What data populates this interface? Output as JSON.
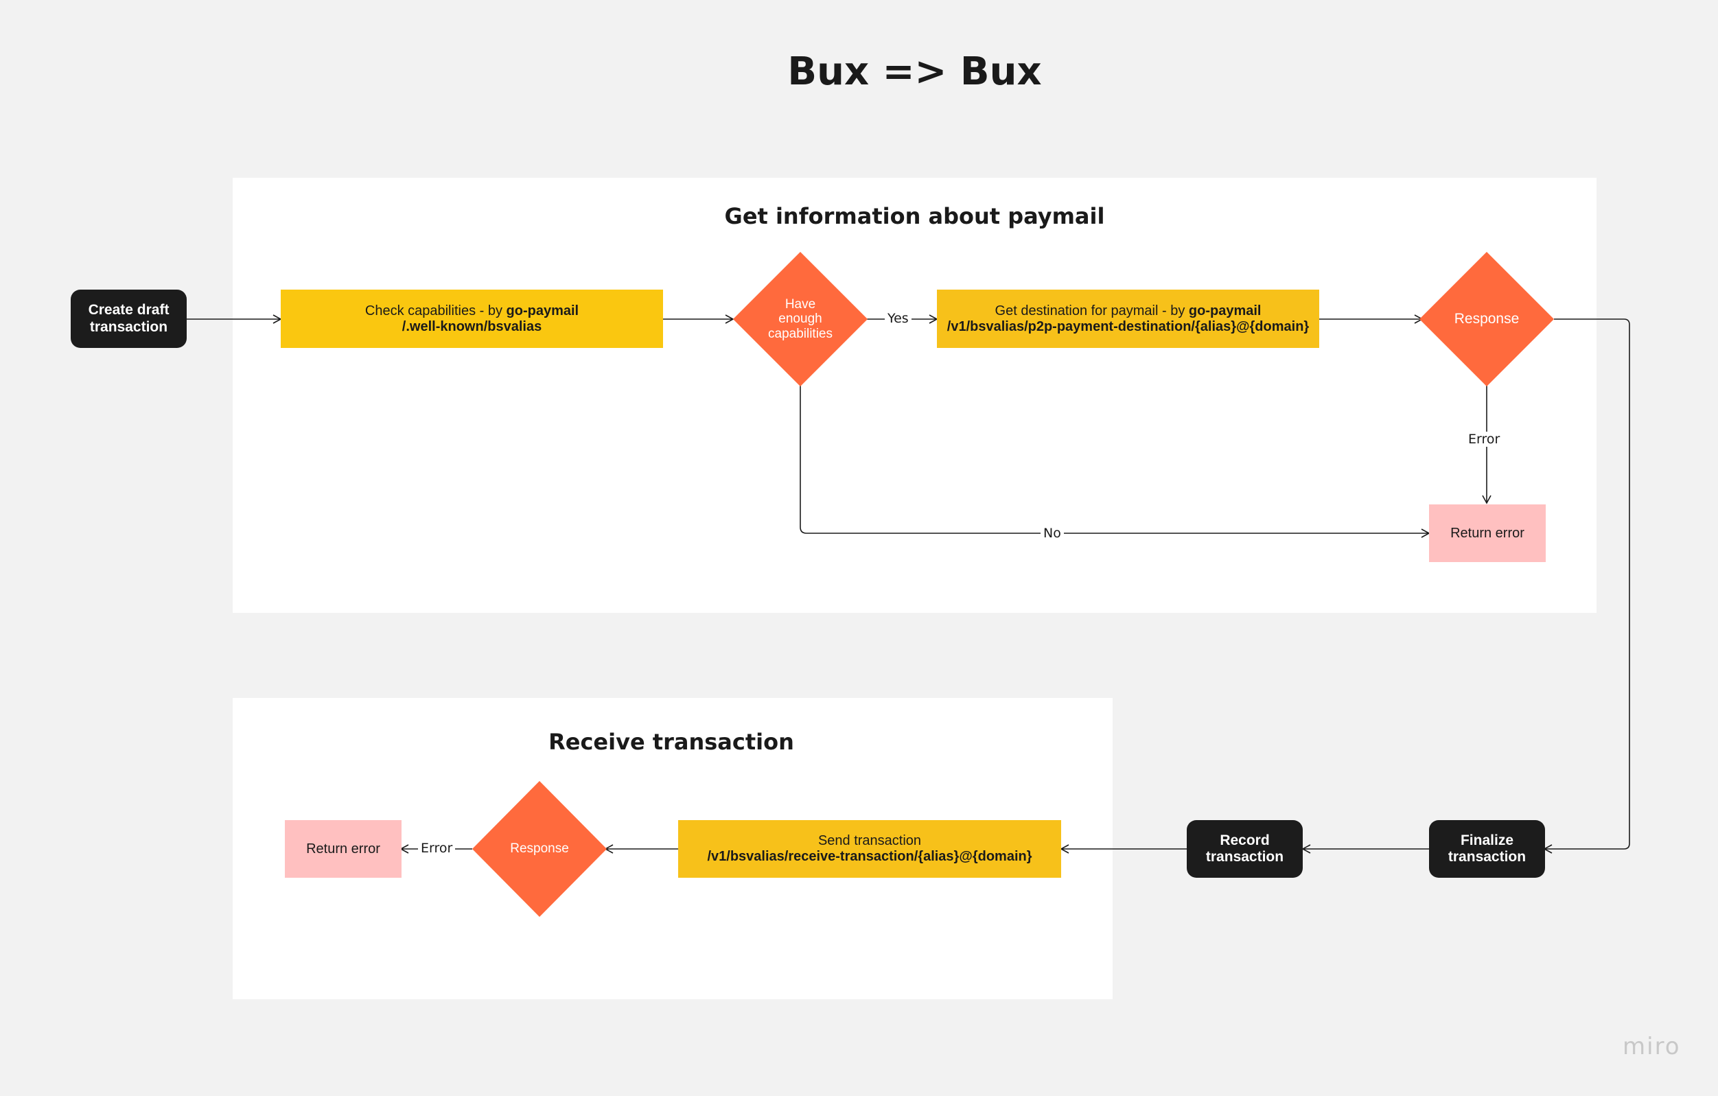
{
  "title": "Bux => Bux",
  "panels": {
    "top": {
      "title": "Get information about paymail"
    },
    "bottom": {
      "title": "Receive transaction"
    }
  },
  "nodes": {
    "create_draft": {
      "line1": "Create draft",
      "line2": "transaction"
    },
    "check_capabilities": {
      "line1_prefix": "Check capabilities - by ",
      "line1_bold": "go-paymail",
      "line2": "/.well-known/bsvalias"
    },
    "have_enough": {
      "line1": "Have",
      "line2": "enough",
      "line3": "capabilities"
    },
    "get_destination": {
      "line1_prefix": "Get destination for paymail - by ",
      "line1_bold": "go-paymail",
      "line2": "/v1/bsvalias/p2p-payment-destination/{alias}@{domain}"
    },
    "response_top": {
      "label": "Response"
    },
    "return_error_top": {
      "label": "Return error"
    },
    "finalize": {
      "line1": "Finalize",
      "line2": "transaction"
    },
    "record": {
      "line1": "Record",
      "line2": "transaction"
    },
    "send_transaction": {
      "line1": "Send transaction",
      "line2": "/v1/bsvalias/receive-transaction/{alias}@{domain}"
    },
    "response_bottom": {
      "label": "Response"
    },
    "return_error_bottom": {
      "label": "Return error"
    }
  },
  "edge_labels": {
    "yes": "Yes",
    "no": "No",
    "error_top": "Error",
    "error_bottom": "Error"
  },
  "brand": {
    "logo_text": "miro"
  },
  "colors": {
    "background": "#f2f2f2",
    "panel": "#ffffff",
    "dark_node": "#1c1c1c",
    "yellow_node": "#fac710",
    "orange_decision": "#ff6a3d",
    "pink_error": "#ffc0c0"
  }
}
